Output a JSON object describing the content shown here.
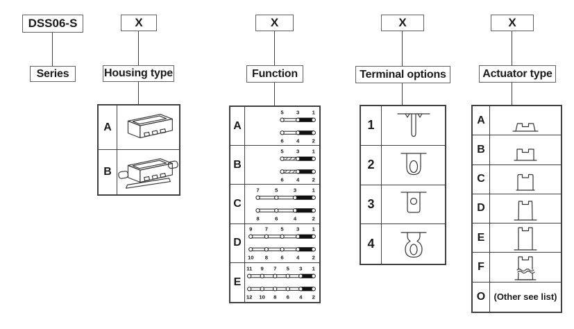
{
  "palette": {
    "ink": "#1a1a1a",
    "line": "#333333",
    "box_border": "#5f5f5f",
    "table_border": "#3f3f3f",
    "fill_black": "#111111",
    "background": "#ffffff"
  },
  "columns": [
    {
      "id": "series",
      "code": "DSS06-S",
      "label": "Series"
    },
    {
      "id": "housing",
      "code": "X",
      "label": "Housing type",
      "rows": [
        {
          "key": "A",
          "icon": "dip-switch-plain-housing"
        },
        {
          "key": "B",
          "icon": "dip-switch-flanged-housing"
        }
      ]
    },
    {
      "id": "function",
      "code": "X",
      "label": "Function",
      "rows": [
        {
          "key": "A",
          "diagram": {
            "top": [
              "5",
              "3",
              "1"
            ],
            "bottom": [
              "6",
              "4",
              "2"
            ],
            "fill": "solid"
          }
        },
        {
          "key": "B",
          "diagram": {
            "top": [
              "5",
              "3",
              "1"
            ],
            "bottom": [
              "6",
              "4",
              "2"
            ],
            "fill": "hatched"
          }
        },
        {
          "key": "C",
          "diagram": {
            "top": [
              "7",
              "5",
              "3",
              "1"
            ],
            "bottom": [
              "8",
              "6",
              "4",
              "2"
            ],
            "fill": "solid"
          }
        },
        {
          "key": "D",
          "diagram": {
            "top": [
              "9",
              "7",
              "5",
              "3",
              "1"
            ],
            "bottom": [
              "10",
              "8",
              "6",
              "4",
              "2"
            ],
            "fill": "solid"
          }
        },
        {
          "key": "E",
          "diagram": {
            "top": [
              "11",
              "9",
              "7",
              "5",
              "3",
              "1"
            ],
            "bottom": [
              "12",
              "10",
              "8",
              "6",
              "4",
              "2"
            ],
            "fill": "solid"
          }
        }
      ]
    },
    {
      "id": "terminal",
      "code": "X",
      "label": "Terminal options",
      "rows": [
        {
          "key": "1",
          "icon": "pc-pin-terminal"
        },
        {
          "key": "2",
          "icon": "slot-lug-terminal"
        },
        {
          "key": "3",
          "icon": "hole-lug-terminal"
        },
        {
          "key": "4",
          "icon": "eyelet-lug-terminal"
        }
      ]
    },
    {
      "id": "actuator",
      "code": "X",
      "label": "Actuator type",
      "rows": [
        {
          "key": "A",
          "icon": "actuator-flat"
        },
        {
          "key": "B",
          "icon": "actuator-low"
        },
        {
          "key": "C",
          "icon": "actuator-mid"
        },
        {
          "key": "D",
          "icon": "actuator-tall"
        },
        {
          "key": "E",
          "icon": "actuator-taller"
        },
        {
          "key": "F",
          "icon": "actuator-extended"
        },
        {
          "key": "O",
          "text": "(Other see list)"
        }
      ]
    }
  ]
}
